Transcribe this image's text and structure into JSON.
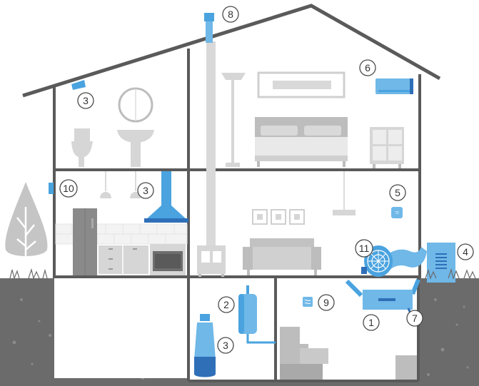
{
  "colors": {
    "wall": "#5a5a5a",
    "ground": "#6b6b6b",
    "fixture": "#d6d6d6",
    "furniture": "#c2c2c2",
    "accent": "#4aa3df",
    "dark_accent": "#2f6fb8"
  },
  "callouts": [
    {
      "id": "c8",
      "label": "8",
      "refers_to": "roof-vent-stack"
    },
    {
      "id": "c6",
      "label": "6",
      "refers_to": "wall-mounted-ac"
    },
    {
      "id": "c3a",
      "label": "3",
      "refers_to": "bathroom-exhaust-fan"
    },
    {
      "id": "c10",
      "label": "10",
      "refers_to": "wall-sensor"
    },
    {
      "id": "c3b",
      "label": "3",
      "refers_to": "kitchen-range-hood"
    },
    {
      "id": "c5",
      "label": "5",
      "refers_to": "thermostat"
    },
    {
      "id": "c11",
      "label": "11",
      "refers_to": "fan-duct-unit"
    },
    {
      "id": "c4",
      "label": "4",
      "refers_to": "outdoor-unit"
    },
    {
      "id": "c2",
      "label": "2",
      "refers_to": "water-heater"
    },
    {
      "id": "c9",
      "label": "9",
      "refers_to": "basement-sensor"
    },
    {
      "id": "c1",
      "label": "1",
      "refers_to": "furnace"
    },
    {
      "id": "c7",
      "label": "7",
      "refers_to": "duct-outlet"
    },
    {
      "id": "c3c",
      "label": "3",
      "refers_to": "dehumidifier"
    }
  ],
  "icons": [
    "tree-icon",
    "roof-vent-icon",
    "exhaust-fan-icon",
    "mirror-icon",
    "sink-icon",
    "toilet-icon",
    "floor-lamp-icon",
    "picture-frame-icon",
    "bed-icon",
    "dresser-icon",
    "ac-unit-icon",
    "wall-sensor-icon",
    "pendant-lamp-icon",
    "range-hood-icon",
    "cabinet-icon",
    "oven-icon",
    "refrigerator-icon",
    "stove-icon",
    "sofa-icon",
    "wall-frames-icon",
    "ceiling-light-icon",
    "thermostat-icon",
    "fan-icon",
    "flex-duct-icon",
    "outdoor-unit-icon",
    "water-heater-icon",
    "dehumidifier-icon",
    "air-sensor-icon",
    "furnace-icon",
    "box-icon"
  ]
}
